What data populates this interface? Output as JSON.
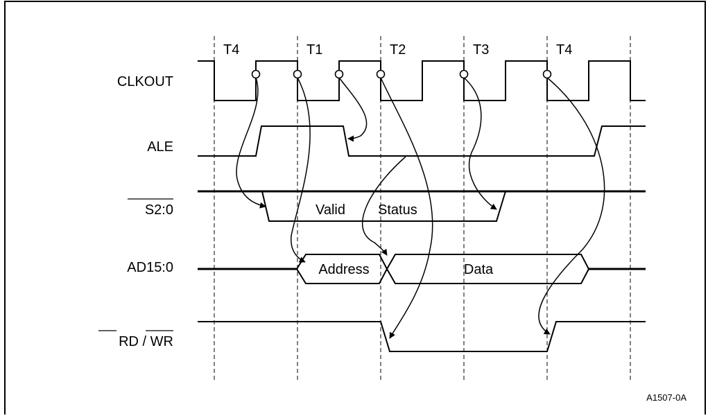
{
  "periods": [
    "T4",
    "T1",
    "T2",
    "T3",
    "T4"
  ],
  "signals": {
    "clkout": "CLKOUT",
    "ale": "ALE",
    "s20": "S2:0",
    "ad": "AD15:0",
    "rd": "RD",
    "slash": " / ",
    "wr": "WR"
  },
  "bus": {
    "status_valid": "Valid",
    "status_word": "Status",
    "address": "Address",
    "data": "Data"
  },
  "figure_id": "A1507-0A",
  "colors": {
    "line": "#000000",
    "background": "#ffffff"
  }
}
